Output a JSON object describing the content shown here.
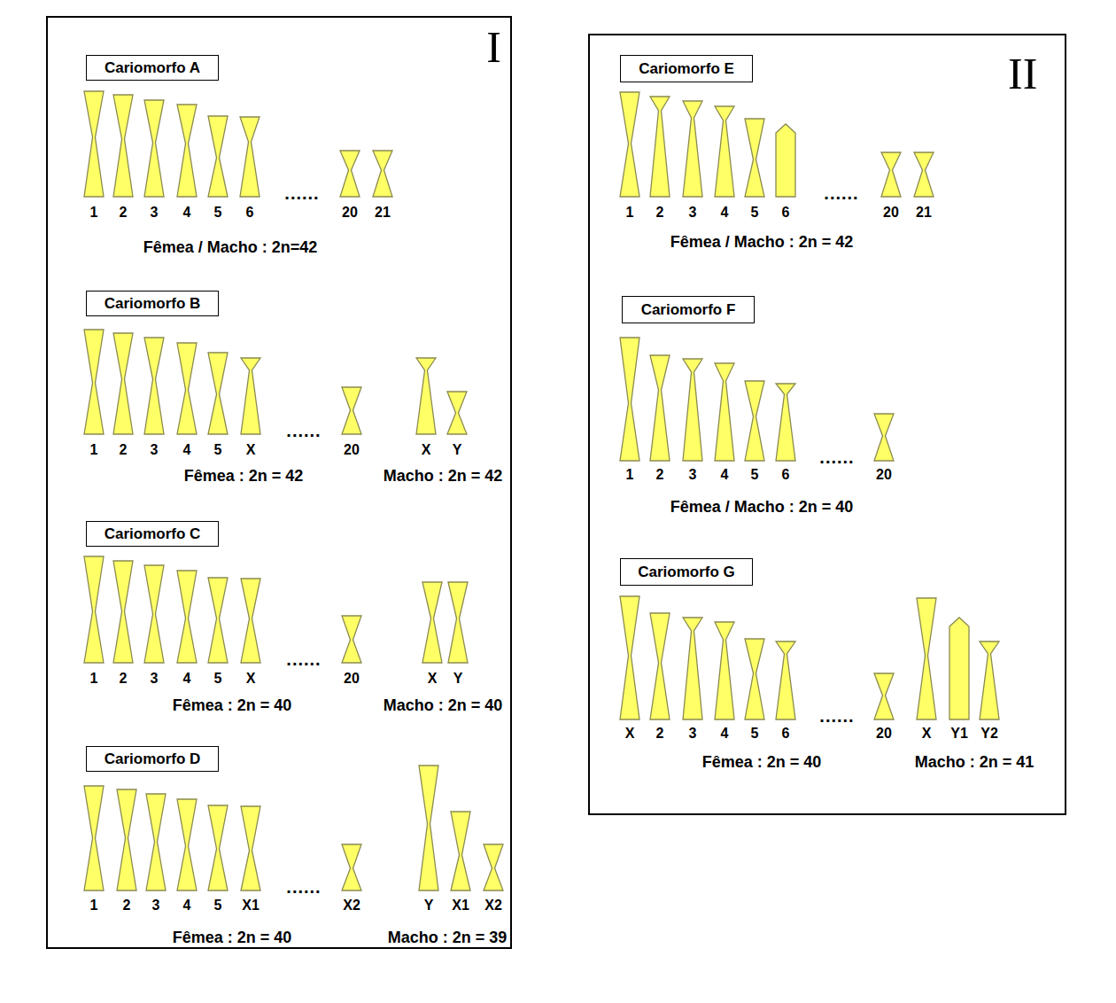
{
  "diagram": {
    "nodes": [
      {
        "text": [
          "I"
        ]
      },
      {
        "text": [
          "Cariomorfo A"
        ],
        "in": 0
      },
      {
        "text": [
          "Cariomorfo B"
        ],
        "in": 0
      },
      {
        "text": [
          "Cariomorfo C"
        ],
        "in": 0
      },
      {
        "text": [
          "Cariomorfo D"
        ],
        "in": 0
      },
      {
        "text": [
          "II"
        ]
      },
      {
        "text": [
          "Cariomorfo E"
        ],
        "in": 5
      },
      {
        "text": [
          "Cariomorfo F"
        ],
        "in": 5
      },
      {
        "text": [
          "Cariomorfo G"
        ],
        "in": 5
      }
    ],
    "labels": [
      "1",
      "2",
      "3",
      "4",
      "5",
      "6",
      "......",
      "20",
      "21",
      "Fêmea / Macho : 2n=42",
      "1",
      "2",
      "3",
      "4",
      "5",
      "X",
      "......",
      "20",
      "X",
      "Y",
      "Fêmea : 2n = 42",
      "Macho : 2n = 42",
      "1",
      "2",
      "3",
      "4",
      "5",
      "X",
      "......",
      "20",
      "X",
      "Y",
      "Fêmea : 2n = 40",
      "Macho : 2n = 40",
      "1",
      "2",
      "3",
      "4",
      "5",
      "X1",
      "......",
      "X2",
      "Y",
      "X1",
      "X2",
      "Fêmea : 2n = 40",
      "Macho : 2n = 39",
      "1",
      "2",
      "3",
      "4",
      "5",
      "6",
      "......",
      "20",
      "21",
      "Fêmea / Macho :  2n = 42",
      "1",
      "2",
      "3",
      "4",
      "5",
      "6",
      "......",
      "20",
      "Fêmea / Macho : 2n = 40",
      "X",
      "2",
      "3",
      "4",
      "5",
      "6",
      "......",
      "20",
      "X",
      "Y1",
      "Y2",
      "Fêmea : 2n = 40",
      "Macho : 2n = 41"
    ]
  }
}
